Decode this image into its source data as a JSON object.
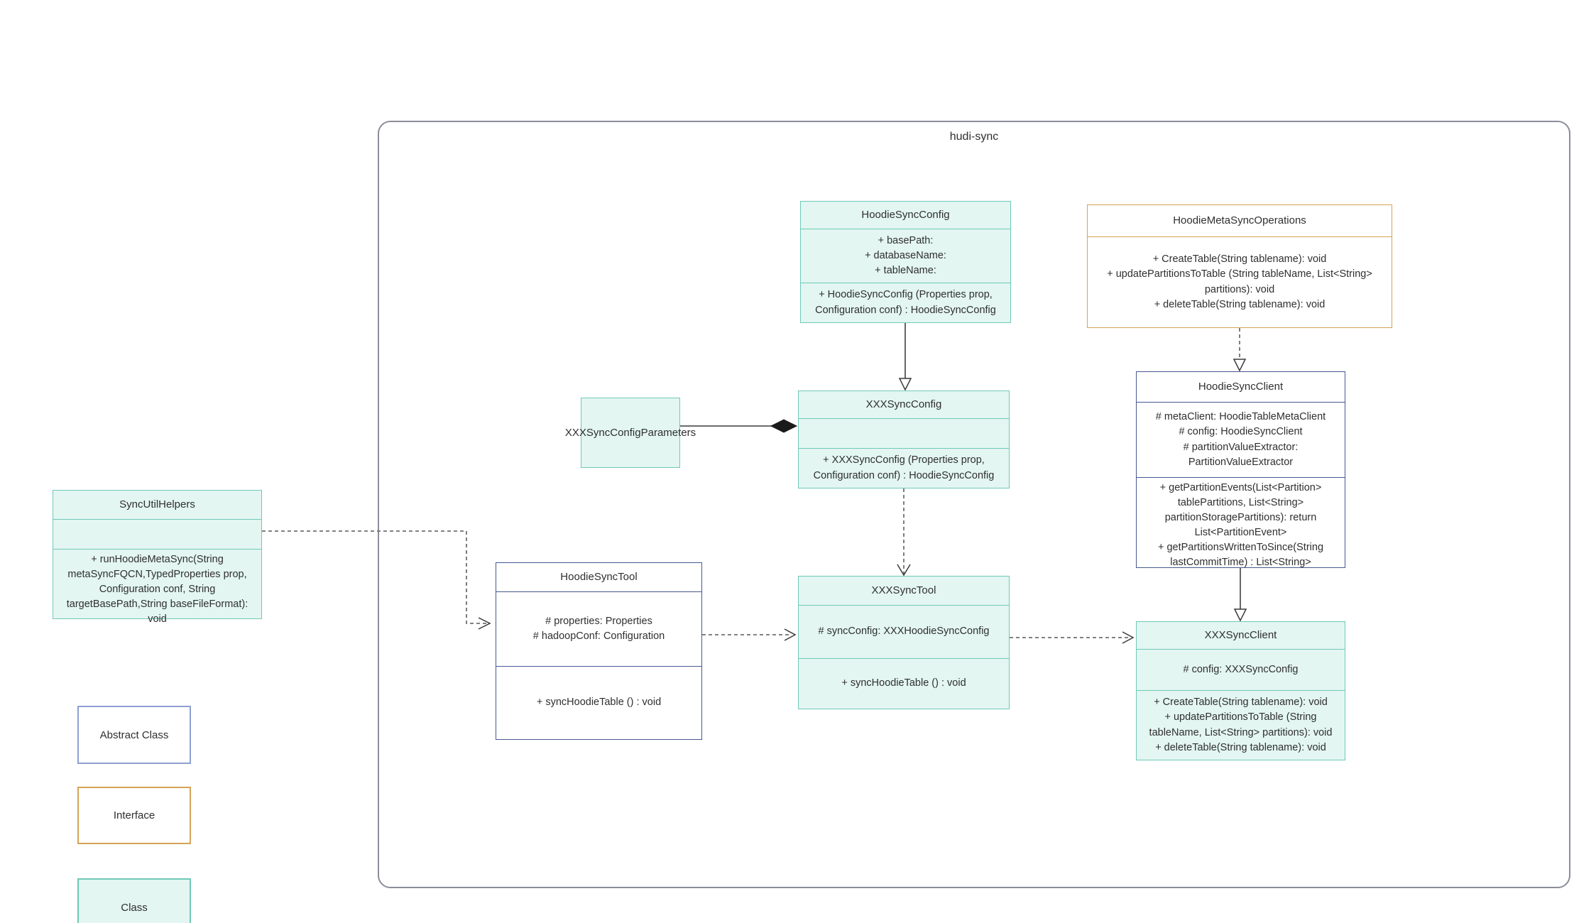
{
  "container": {
    "label": "hudi-sync"
  },
  "classes": {
    "hoodie_sync_config": {
      "title": "HoodieSyncConfig",
      "attributes": [
        "+    basePath:",
        "+   databaseName:",
        "+   tableName:"
      ],
      "methods": [
        "+   HoodieSyncConfig (Properties prop, Configuration conf) : HoodieSyncConfig"
      ]
    },
    "hoodie_meta_sync_operations": {
      "title": "HoodieMetaSyncOperations",
      "methods": [
        "+    CreateTable(String tablename): void",
        "+    updatePartitionsToTable (String tableName, List<String> partitions): void",
        "+    deleteTable(String tablename): void"
      ]
    },
    "xxx_sync_config": {
      "title": "XXXSyncConfig",
      "attributes": [],
      "methods": [
        "+   XXXSyncConfig (Properties prop, Configuration conf) : HoodieSyncConfig"
      ]
    },
    "hoodie_sync_client": {
      "title": "HoodieSyncClient",
      "attributes": [
        "#   metaClient: HoodieTableMetaClient",
        "#   config: HoodieSyncClient",
        "#   partitionValueExtractor: PartitionValueExtractor"
      ],
      "methods": [
        "+   getPartitionEvents(List<Partition> tablePartitions, List<String> partitionStoragePartitions): return List<PartitionEvent>",
        "+   getPartitionsWrittenToSince(String lastCommitTime) : List<String>"
      ]
    },
    "xxx_sync_config_parameters": {
      "title": "XXXSyncConfigParameters"
    },
    "sync_util_helpers": {
      "title": "SyncUtilHelpers",
      "attributes": [],
      "methods": [
        "+     runHoodieMetaSync(String metaSyncFQCN,TypedProperties prop, Configuration conf, String targetBasePath,String baseFileFormat): void"
      ]
    },
    "hoodie_sync_tool": {
      "title": "HoodieSyncTool",
      "attributes": [
        "#   properties: Properties",
        "#   hadoopConf: Configuration"
      ],
      "methods": [
        "+   syncHoodieTable () : void"
      ]
    },
    "xxx_sync_tool": {
      "title": "XXXSyncTool",
      "attributes": [
        "#   syncConfig: XXXHoodieSyncConfig"
      ],
      "methods": [
        "+   syncHoodieTable () : void"
      ]
    },
    "xxx_sync_client": {
      "title": "XXXSyncClient",
      "attributes": [
        "#    config: XXXSyncConfig"
      ],
      "methods": [
        "+   CreateTable(String tablename): void",
        "+    updatePartitionsToTable (String tableName, List<String> partitions): void",
        "+    deleteTable(String tablename): void"
      ]
    }
  },
  "legend": [
    {
      "label": "Abstract Class",
      "type": "abstract"
    },
    {
      "label": "Interface",
      "type": "interface"
    },
    {
      "label": "Class",
      "type": "class"
    }
  ],
  "colors": {
    "class-fill": "#e3f6f1",
    "class-border": "#6fc9b8",
    "abstract-border": "#47588e",
    "abstract-legend-border": "#8da0d1",
    "interface-border": "#d4a355",
    "container-border": "#8b8d99",
    "text": "#2f2f2f",
    "arrow": "#555555"
  }
}
